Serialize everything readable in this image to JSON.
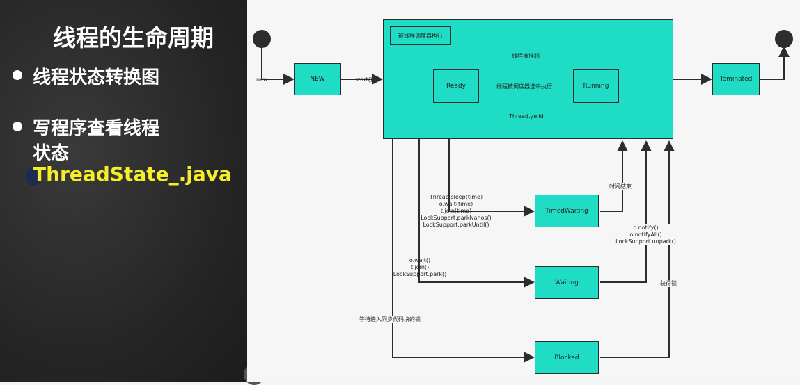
{
  "slide": {
    "title": "线程的生命周期",
    "bullet1": "线程状态转换图",
    "bullet2_line1": "写程序查看线程",
    "bullet2_line2": "状态",
    "file_name": "ThreadState_.java"
  },
  "diagram": {
    "states": {
      "new": "NEW",
      "ready": "Ready",
      "running": "Running",
      "terminated": "Teminated",
      "timed_waiting": "TimedWaiting",
      "waiting": "Waiting",
      "blocked": "Blocked"
    },
    "container_label": "被线程调度器执行",
    "transitions": {
      "new": "new",
      "start": "start()",
      "suspended": "线程被挂起",
      "scheduled": "线程被调度器选中执行",
      "yield": "Thread.yeild",
      "timed_calls": [
        "Thread.sleep(time)",
        "o.wait(time)",
        "t.join(time)",
        "LockSupport.parkNanos()",
        "LockSupport.parkUntil()"
      ],
      "time_over": "时间结束",
      "wait_calls": [
        "o.wait()",
        "t.join()",
        "LockSupport.park()"
      ],
      "notify_calls": [
        "o.notify()",
        "o.notifyAll()",
        "LockSupport.unpark()"
      ],
      "enter_sync": "等待进入同步代码块的锁",
      "acquire_lock": "获得锁"
    }
  }
}
